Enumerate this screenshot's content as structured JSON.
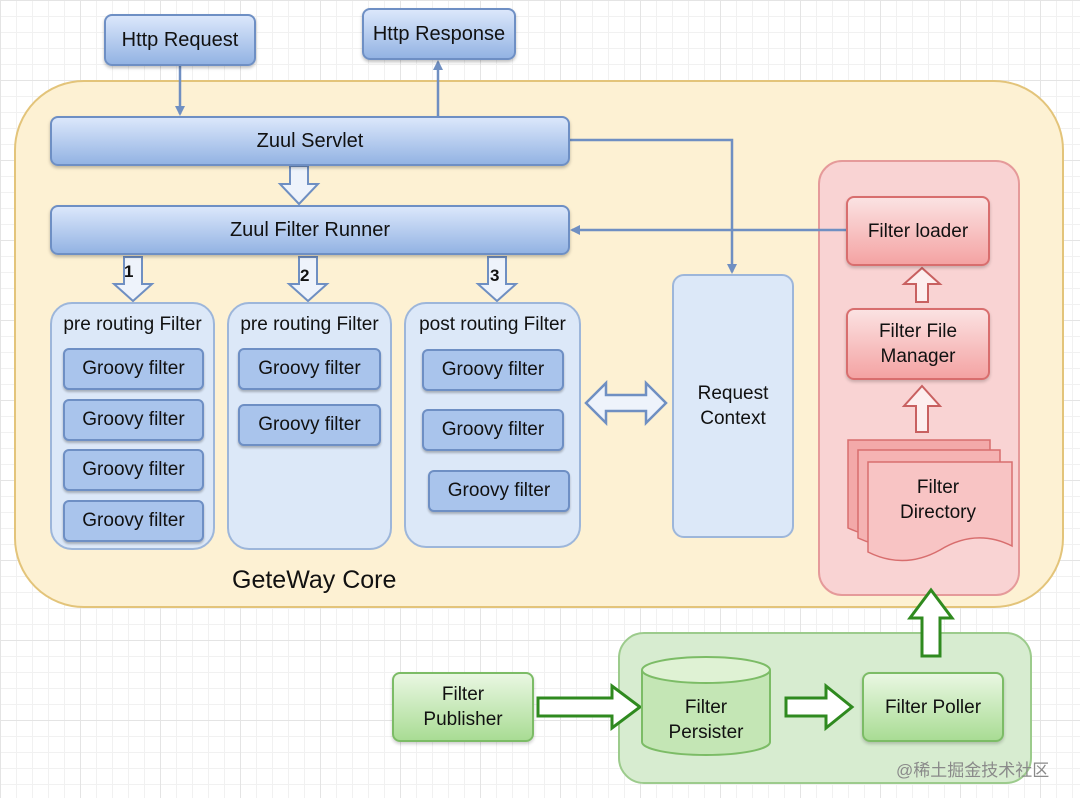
{
  "http_request": "Http Request",
  "http_response": "Http Response",
  "core_label": "GeteWay Core",
  "zuul_servlet": "Zuul Servlet",
  "zuul_filter_runner": "Zuul Filter Runner",
  "steps": [
    "1",
    "2",
    "3"
  ],
  "groups": [
    {
      "title": "pre routing Filter",
      "filters": [
        "Groovy filter",
        "Groovy filter",
        "Groovy filter",
        "Groovy filter"
      ]
    },
    {
      "title": "pre routing Filter",
      "filters": [
        "Groovy filter",
        "Groovy filter"
      ]
    },
    {
      "title": "post routing Filter",
      "filters": [
        "Groovy filter",
        "Groovy filter",
        "Groovy filter"
      ]
    }
  ],
  "request_context": [
    "Request",
    "Context"
  ],
  "filter_loader": "Filter loader",
  "filter_file_manager": [
    "Filter File",
    "Manager"
  ],
  "filter_directory": [
    "Filter",
    "Directory"
  ],
  "filter_publisher": [
    "Filter",
    "Publisher"
  ],
  "filter_persister": [
    "Filter",
    "Persister"
  ],
  "filter_poller": "Filter Poller",
  "watermark": "@稀土掘金技术社区",
  "colors": {
    "core_bg": "#fdf1d3",
    "blue_accent": "#6e8fc4",
    "red_accent": "#d86e6e",
    "green_accent": "#2f8a1f"
  }
}
